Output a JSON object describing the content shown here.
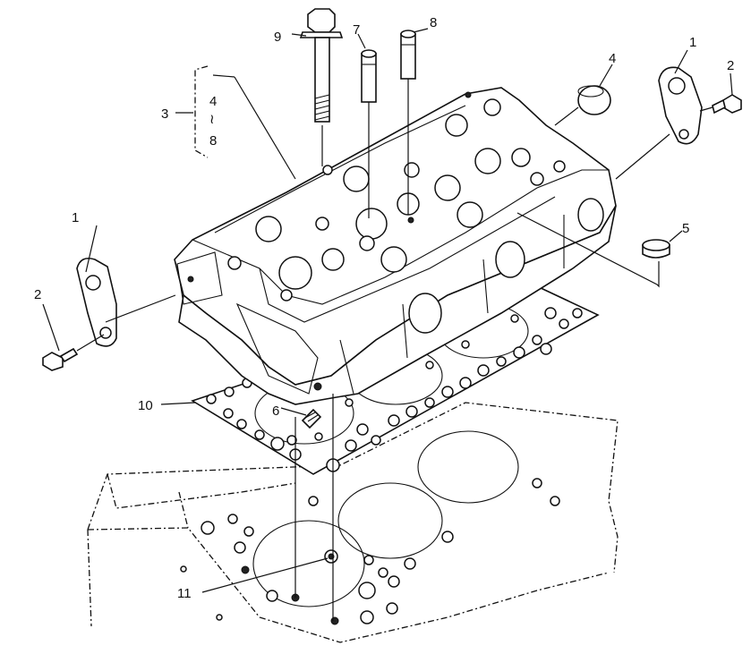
{
  "callouts": {
    "c1a": "1",
    "c1b": "1",
    "c2a": "2",
    "c2b": "2",
    "c3": "3",
    "c3_top": "4",
    "c3_mid": "≀",
    "c3_bot": "8",
    "c4": "4",
    "c5": "5",
    "c6": "6",
    "c7": "7",
    "c8": "8",
    "c9": "9",
    "c10": "10",
    "c11": "11"
  },
  "colors": {
    "ink": "#111111",
    "paper": "#ffffff"
  }
}
